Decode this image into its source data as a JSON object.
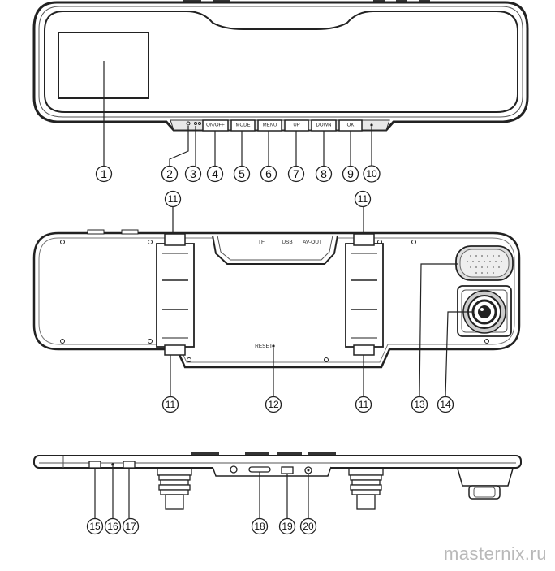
{
  "callouts": [
    "1",
    "2",
    "3",
    "4",
    "5",
    "6",
    "7",
    "8",
    "9",
    "10",
    "11",
    "11",
    "11",
    "11",
    "12",
    "13",
    "14",
    "15",
    "16",
    "17",
    "18",
    "19",
    "20"
  ],
  "buttons": [
    "ON/OFF",
    "MODE",
    "MENU",
    "UP",
    "DOWN",
    "OK"
  ],
  "back_labels": {
    "tf": "TF",
    "usb": "USB",
    "av_out": "AV-OUT",
    "reset": "RESET"
  },
  "watermark": "masternix.ru",
  "colors": {
    "line": "#222222",
    "light_fill": "#f4f4f4",
    "shade": "#cccccc"
  }
}
